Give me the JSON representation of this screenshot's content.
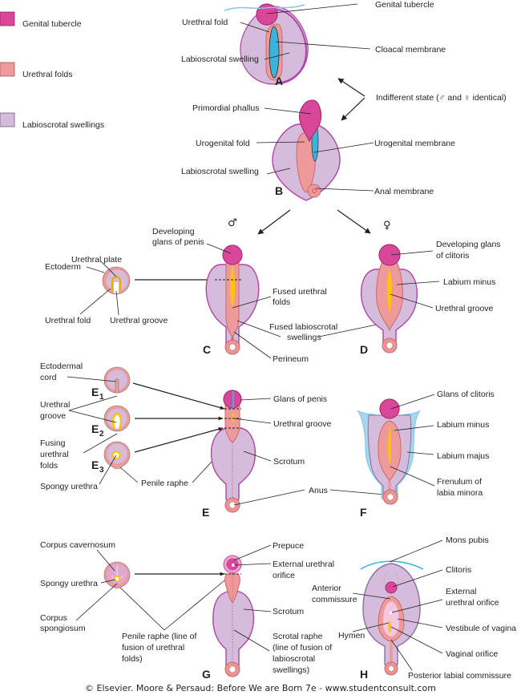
{
  "colors": {
    "genital_tubercle": "#d9479a",
    "genital_tubercle_dark": "#a8306f",
    "urethral_folds": "#ee9a9a",
    "urethral_folds_dark": "#c96a6a",
    "labioscrotal_swellings": "#d6bcdc",
    "labioscrotal_outline": "#b144a6",
    "membrane_blue": "#3fb2dc",
    "groove_yellow": "#ffc20e",
    "mons_blue": "#7cc7ea",
    "text": "#231f20"
  },
  "legend": [
    {
      "label": "Genital tubercle",
      "color_key": "genital_tubercle"
    },
    {
      "label": "Urethral folds",
      "color_key": "urethral_folds"
    },
    {
      "label": "Labioscrotal swellings",
      "color_key": "labioscrotal_swellings"
    }
  ],
  "indifferent_note": "Indifferent state (♂ and ♀ identical)",
  "male_symbol": "♂",
  "female_symbol": "♀",
  "stages": {
    "A": {
      "letter": "A",
      "labels": {
        "genital_tubercle": "Genital tubercle",
        "urethral_fold": "Urethral fold",
        "cloacal_membrane": "Cloacal membrane",
        "labioscrotal_swelling": "Labioscrotal swelling"
      }
    },
    "B": {
      "letter": "B",
      "labels": {
        "primordial_phallus": "Primordial phallus",
        "urogenital_fold": "Urogenital fold",
        "urogenital_membrane": "Urogenital membrane",
        "labioscrotal_swelling": "Labioscrotal swelling",
        "anal_membrane": "Anal membrane"
      }
    },
    "C": {
      "letter": "C",
      "section_labels": {
        "urethral_plate": "Urethral plate",
        "ectoderm": "Ectoderm",
        "urethral_fold": "Urethral fold",
        "urethral_groove": "Urethral groove"
      },
      "labels": {
        "developing_glans_1": "Developing",
        "developing_glans_2": "glans of penis",
        "fused_urethral_folds_1": "Fused urethral",
        "fused_urethral_folds_2": "folds",
        "fused_labioscrotal_1": "Fused labioscrotal",
        "fused_labioscrotal_2": "swellings",
        "perineum": "Perineum"
      }
    },
    "D": {
      "letter": "D",
      "labels": {
        "developing_glans_1": "Developing glans",
        "developing_glans_2": "of clitoris",
        "labium_minus": "Labium minus",
        "urethral_groove": "Urethral groove"
      }
    },
    "E": {
      "letter": "E",
      "section_letters": [
        "E",
        "E",
        "E"
      ],
      "section_subs": [
        "1",
        "2",
        "3"
      ],
      "section_labels": {
        "ectodermal_cord_1": "Ectodermal",
        "ectodermal_cord_2": "cord",
        "urethral_groove_1": "Urethral",
        "urethral_groove_2": "groove",
        "fusing_1": "Fusing",
        "fusing_2": "urethral",
        "fusing_3": "folds",
        "spongy_urethra": "Spongy urethra",
        "penile_raphe": "Penile raphe"
      },
      "labels": {
        "glans_of_penis": "Glans of penis",
        "urethral_groove": "Urethral groove",
        "scrotum": "Scrotum",
        "anus": "Anus"
      }
    },
    "F": {
      "letter": "F",
      "labels": {
        "glans_of_clitoris": "Glans of clitoris",
        "labium_minus": "Labium minus",
        "labium_majus": "Labium majus",
        "frenulum_1": "Frenulum of",
        "frenulum_2": "labia minora"
      }
    },
    "G": {
      "letter": "G",
      "section_labels": {
        "corpus_cavernosum": "Corpus cavernosum",
        "spongy_urethra": "Spongy urethra",
        "corpus_spongiosum_1": "Corpus",
        "corpus_spongiosum_2": "spongiosum",
        "penile_raphe_1": "Penile raphe (line of",
        "penile_raphe_2": "fusion of urethral",
        "penile_raphe_3": "folds)"
      },
      "labels": {
        "prepuce": "Prepuce",
        "external_urethral_orifice_1": "External urethral",
        "external_urethral_orifice_2": "orifice",
        "scrotum": "Scrotum",
        "scrotal_raphe_1": "Scrotal raphe",
        "scrotal_raphe_2": "(line of fusion of",
        "scrotal_raphe_3": "labioscrotal",
        "scrotal_raphe_4": "swellings)"
      }
    },
    "H": {
      "letter": "H",
      "labels": {
        "mons_pubis": "Mons pubis",
        "clitoris": "Clitoris",
        "anterior_commissure_1": "Anterior",
        "anterior_commissure_2": "commissure",
        "external_urethral_orifice_1": "External",
        "external_urethral_orifice_2": "urethral orifice",
        "vestibule": "Vestibule of vagina",
        "hymen": "Hymen",
        "vaginal_orifice": "Vaginal orifice",
        "posterior_labial_commissure": "Posterior labial commissure"
      }
    }
  },
  "footer": "© Elsevier. Moore & Persaud: Before We are Born 7e - www.studentconsult.com"
}
